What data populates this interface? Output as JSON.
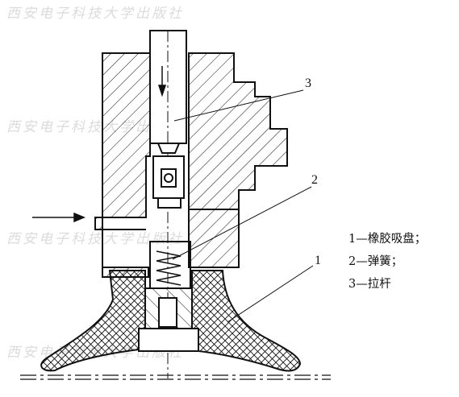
{
  "callouts": {
    "c1": "1",
    "c2": "2",
    "c3": "3"
  },
  "legend": {
    "items": [
      {
        "label": "1—橡胶吸盘；"
      },
      {
        "label": "2—弹簧；"
      },
      {
        "label": "3—拉杆"
      }
    ]
  },
  "watermark": {
    "text": "西安电子科技大学出版社"
  },
  "colors": {
    "line": "#111111",
    "watermark": "#dcdcdc"
  }
}
